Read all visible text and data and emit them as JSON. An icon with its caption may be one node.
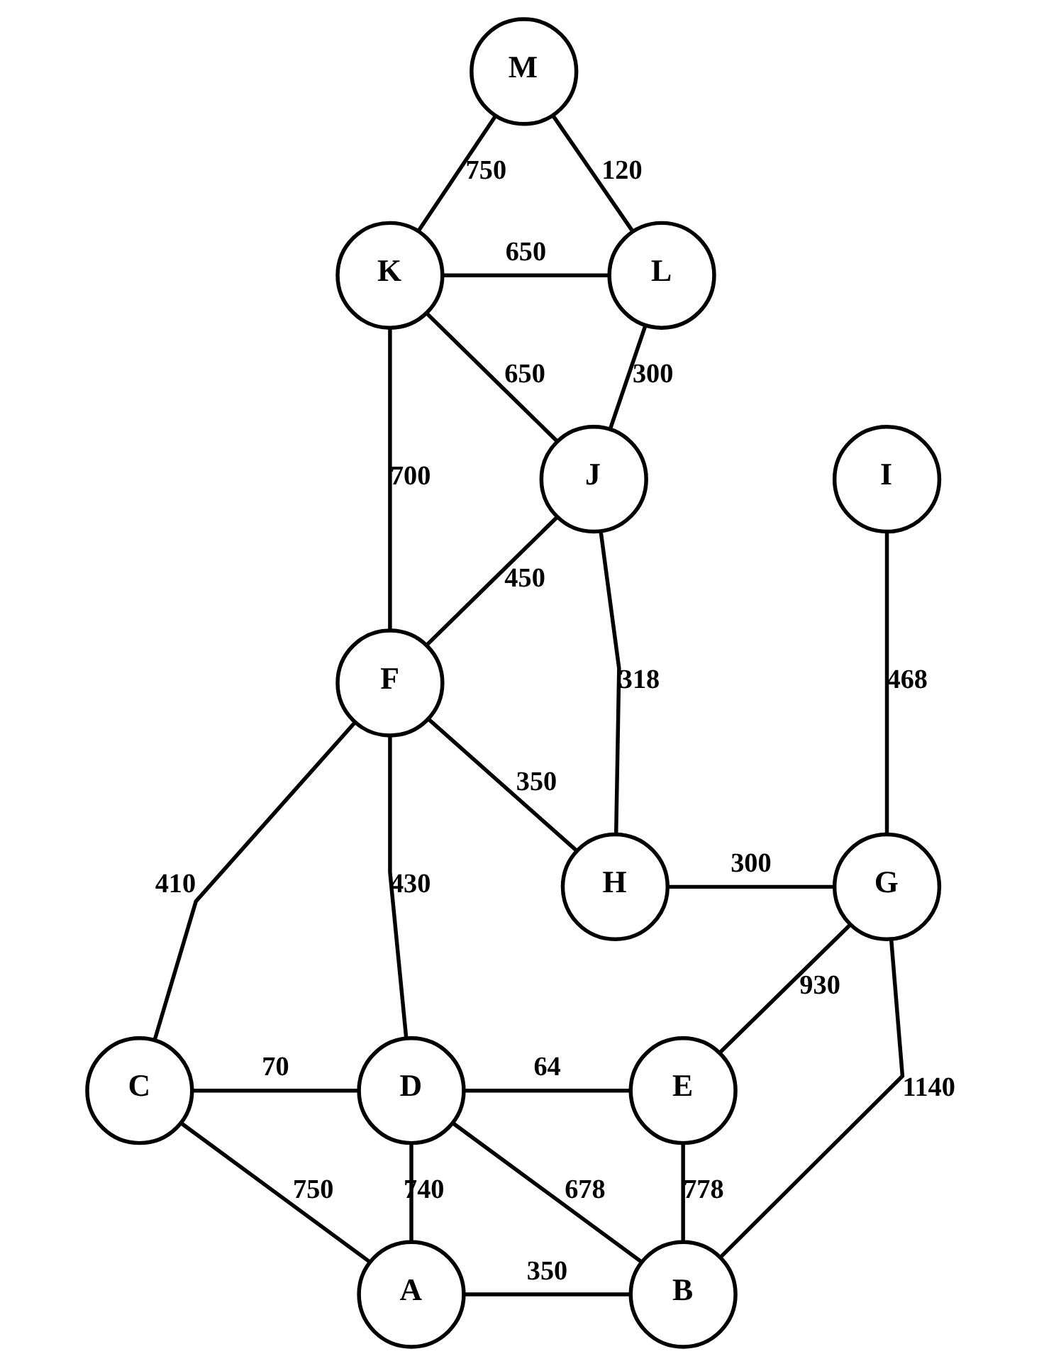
{
  "diagram": {
    "nodes": [
      {
        "text": [
          "M"
        ]
      },
      {
        "text": [
          "K"
        ]
      },
      {
        "text": [
          "L"
        ]
      },
      {
        "text": [
          "I"
        ]
      },
      {
        "text": [
          "J"
        ]
      },
      {
        "text": [
          "H"
        ]
      },
      {
        "text": [
          "F"
        ]
      },
      {
        "text": [
          "G"
        ]
      },
      {
        "text": [
          "C"
        ]
      },
      {
        "text": [
          "D"
        ]
      },
      {
        "text": [
          "E"
        ]
      },
      {
        "text": [
          "A"
        ]
      },
      {
        "text": [
          "B"
        ]
      }
    ],
    "edges": [
      {
        "from": 0,
        "to": 1,
        "arrow": "none",
        "label": "750"
      },
      {
        "from": 0,
        "to": 2,
        "arrow": "none",
        "label": "120"
      },
      {
        "from": 1,
        "to": 2,
        "arrow": "none",
        "label": "650"
      },
      {
        "from": 1,
        "to": 4,
        "arrow": "none",
        "label": "650"
      },
      {
        "from": 2,
        "to": 4,
        "arrow": "none",
        "label": "300"
      },
      {
        "from": 1,
        "to": 6,
        "arrow": "none",
        "label": "700"
      },
      {
        "from": 3,
        "to": 7,
        "arrow": "none",
        "label": "468"
      },
      {
        "from": 4,
        "to": 6,
        "arrow": "none",
        "label": "450"
      },
      {
        "from": 4,
        "to": 5,
        "arrow": "none",
        "label": "318"
      },
      {
        "from": 6,
        "to": 5,
        "arrow": "none",
        "label": "350"
      },
      {
        "from": 5,
        "to": 7,
        "arrow": "none",
        "label": "300"
      },
      {
        "from": 6,
        "to": 9,
        "arrow": "none",
        "label": "430"
      },
      {
        "from": 6,
        "to": 8,
        "arrow": "none",
        "label": "410"
      },
      {
        "from": 8,
        "to": 9,
        "arrow": "none",
        "label": "70"
      },
      {
        "from": 9,
        "to": 10,
        "arrow": "none",
        "label": "64"
      },
      {
        "from": 7,
        "to": 10,
        "arrow": "none",
        "label": "930"
      },
      {
        "from": 7,
        "to": 12,
        "arrow": "none",
        "label": "1140"
      },
      {
        "from": 10,
        "to": 12,
        "arrow": "none",
        "label": "778"
      },
      {
        "from": 8,
        "to": 11,
        "arrow": "none",
        "label": "750"
      },
      {
        "from": 9,
        "to": 11,
        "arrow": "none",
        "label": "740"
      },
      {
        "from": 9,
        "to": 12,
        "arrow": "none",
        "label": "678"
      },
      {
        "from": 11,
        "to": 12,
        "arrow": "none",
        "label": "350"
      }
    ]
  }
}
